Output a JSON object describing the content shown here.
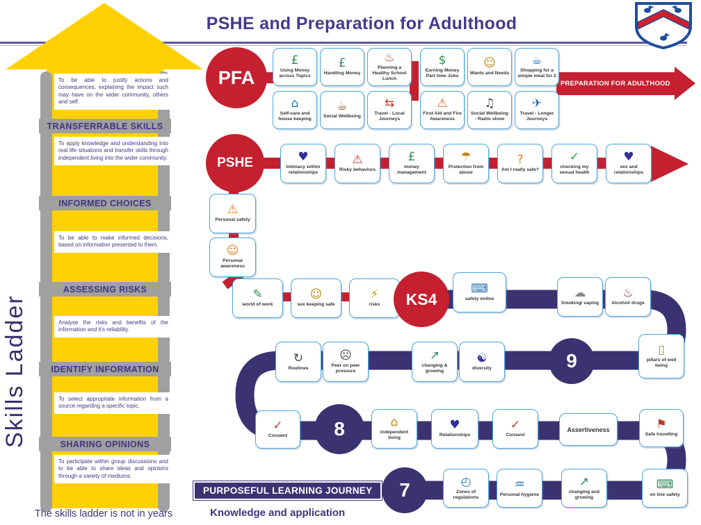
{
  "title": "PSHE and Preparation for Adulthood",
  "colors": {
    "purple": "#3b3272",
    "title_purple": "#453a8c",
    "red": "#c4202f",
    "yellow": "#ffd104",
    "ladder_gray": "#a0a0a0",
    "card_border": "#4aa3dc"
  },
  "skills_ladder": {
    "vertical_label": "Skills Ladder",
    "footnote": "The skills ladder is not in years",
    "sections": [
      {
        "description": "To be able to justify actions and consequences, explaining the impact such may have on the wider community, others and self.",
        "rung": "TRANSFERRABLE SKILLS"
      },
      {
        "description": "To apply knowledge and understanding into real life situations and transfer skills through independent living into the wider community.",
        "rung": "INFORMED CHOICES"
      },
      {
        "description": "To be able to make informed decisions, based on information presented to them.",
        "rung": "ASSESSING RISKS"
      },
      {
        "description": "Analyse the risks and benefits of the information and it's reliability.",
        "rung": "IDENTIFY INFORMATION"
      },
      {
        "description": "To select appropriate information from a source regarding a specific topic.",
        "rung": "SHARING OPINIONS"
      },
      {
        "description": "To participate within group discussions and to be able to share ideas and opinions through a variety of mediums.",
        "rung": null
      }
    ]
  },
  "pfa": {
    "circle_label": "PFA",
    "arrow_label": "PREPARATION FOR ADULTHOOD",
    "cards_row1_left": [
      {
        "label": "Using Money across Topics",
        "glyph": "£",
        "color": "#2e8b57",
        "icon": "money-icon"
      },
      {
        "label": "Handling Money",
        "glyph": "£",
        "color": "#2e8b57",
        "icon": "money-icon"
      },
      {
        "label": "Planning a Healthy School Lunch",
        "glyph": "♨",
        "color": "#c0392b",
        "icon": "meal-icon"
      }
    ],
    "cards_row1_right": [
      {
        "label": "Earning Money Part time Jobs",
        "glyph": "$",
        "color": "#2e8b57",
        "icon": "earning-money-icon"
      },
      {
        "label": "Wants and Needs",
        "glyph": "☺",
        "color": "#b8860b",
        "icon": "people-icon"
      },
      {
        "label": "Shopping for a simple meal for 2",
        "glyph": "☕",
        "color": "#1f6fb4",
        "icon": "shopping-icon"
      }
    ],
    "cards_row2_left": [
      {
        "label": "Self-care and house keeping",
        "glyph": "⌂",
        "color": "#1f6fb4",
        "icon": "house-icon"
      },
      {
        "label": "Social Wellbeing",
        "glyph": "☕",
        "color": "#8b5a2b",
        "icon": "coffee-icon"
      },
      {
        "label": "Travel - Local Journeys",
        "glyph": "⇆",
        "color": "#c0392b",
        "icon": "bus-icon"
      }
    ],
    "cards_row2_right": [
      {
        "label": "First Aid and Fire Awareness",
        "glyph": "⚠",
        "color": "#d2691e",
        "icon": "first-aid-icon"
      },
      {
        "label": "Social Wellbeing - Radio show",
        "glyph": "♫",
        "color": "#444444",
        "icon": "radio-icon"
      },
      {
        "label": "Travel - Longer Journeys",
        "glyph": "✈",
        "color": "#1f6fb4",
        "icon": "plane-icon"
      }
    ]
  },
  "pshe": {
    "circle_label": "PSHE",
    "cards": [
      {
        "label": "Intimacy within relationships",
        "glyph": "♥",
        "color": "#32329a",
        "icon": "relationships-icon"
      },
      {
        "label": "Risky behaviors",
        "glyph": "⚠",
        "color": "#c0392b",
        "icon": "risk-icon"
      },
      {
        "label": "money management",
        "glyph": "£",
        "color": "#2e8b57",
        "icon": "money-icon"
      },
      {
        "label": "Protection from abuse",
        "glyph": "☂",
        "color": "#b8860b",
        "icon": "protection-icon"
      },
      {
        "label": "Am I really safe?",
        "glyph": "?",
        "color": "#e67e22",
        "icon": "safety-question-icon"
      },
      {
        "label": "checking my sexual health",
        "glyph": "✓",
        "color": "#2e9e44",
        "icon": "health-check-icon"
      },
      {
        "label": "sex and relationships",
        "glyph": "♥",
        "color": "#32329a",
        "icon": "relationships-icon"
      }
    ],
    "chain": [
      {
        "label": "Personal safety",
        "glyph": "⚠",
        "color": "#e67e22",
        "icon": "personal-safety-icon"
      },
      {
        "label": "Personal awareness",
        "glyph": "☺",
        "color": "#e67e22",
        "icon": "personal-awareness-icon"
      }
    ]
  },
  "ks4": {
    "circle_label": "KS4",
    "cards_left": [
      {
        "label": "world of work",
        "glyph": "✎",
        "color": "#2e8b57",
        "icon": "work-icon"
      },
      {
        "label": "sex keeping safe",
        "glyph": "☺",
        "color": "#b8860b",
        "icon": "keeping-safe-icon"
      },
      {
        "label": "risks",
        "glyph": "⚡",
        "color": "#c8a100",
        "icon": "risk-icon"
      }
    ],
    "card_online": [
      {
        "label": "safety online",
        "glyph": "⌨",
        "color": "#1f6fb4",
        "icon": "computer-icon"
      }
    ],
    "cards_right": [
      {
        "label": "Smoking/ vaping",
        "glyph": "☁",
        "color": "#888888",
        "icon": "smoking-icon"
      },
      {
        "label": "Alcohol/ drugs",
        "glyph": "♨",
        "color": "#8e2438",
        "icon": "alcohol-icon"
      }
    ]
  },
  "year9": {
    "circle_label": "9",
    "cards_left": [
      {
        "label": "Routines",
        "glyph": "↻",
        "color": "#444444",
        "icon": "routines-icon"
      },
      {
        "label": "Peer on peer pressure",
        "glyph": "☹",
        "color": "#444444",
        "icon": "peer-pressure-icon"
      }
    ],
    "cards_mid": [
      {
        "label": "changing & growing",
        "glyph": "↗",
        "color": "#2e8b57",
        "icon": "growing-icon"
      },
      {
        "label": "diversity",
        "glyph": "☯",
        "color": "#32329a",
        "icon": "diversity-icon"
      }
    ],
    "card_right": [
      {
        "label": "pillars of well being",
        "glyph": "▯",
        "color": "#b8860b",
        "icon": "pillar-icon"
      }
    ]
  },
  "year8": {
    "circle_label": "8",
    "card_left": [
      {
        "label": "Consent",
        "glyph": "✓",
        "color": "#c0392b",
        "icon": "consent-icon"
      }
    ],
    "cards": [
      {
        "label": "independent living",
        "glyph": "⌂",
        "color": "#b8860b",
        "icon": "house-icon"
      },
      {
        "label": "Relationships",
        "glyph": "♥",
        "color": "#32329a",
        "icon": "relationships-icon"
      },
      {
        "label": "Consent",
        "glyph": "✓",
        "color": "#c0392b",
        "icon": "consent-icon"
      },
      {
        "label": "Assertiveness",
        "glyph": "",
        "color": "",
        "icon": "assertiveness-card"
      },
      {
        "label": "Safe travelling",
        "glyph": "⚑",
        "color": "#c0392b",
        "icon": "car-icon"
      }
    ]
  },
  "year7": {
    "circle_label": "7",
    "banner": "PURPOSEFUL LEARNING JOURNEY",
    "subtitle": "Knowledge and application",
    "cards": [
      {
        "label": "Zones of regulations",
        "glyph": "◴",
        "color": "#1f6fb4",
        "icon": "zones-pie-icon"
      },
      {
        "label": "Personal hygiene",
        "glyph": "♒",
        "color": "#1f6fb4",
        "icon": "hygiene-icon"
      },
      {
        "label": "changing and growing",
        "glyph": "↗",
        "color": "#2e8b57",
        "icon": "growing-icon"
      },
      {
        "label": "on line safety",
        "glyph": "⌨",
        "color": "#2e8b57",
        "icon": "online-safety-icon"
      }
    ]
  }
}
